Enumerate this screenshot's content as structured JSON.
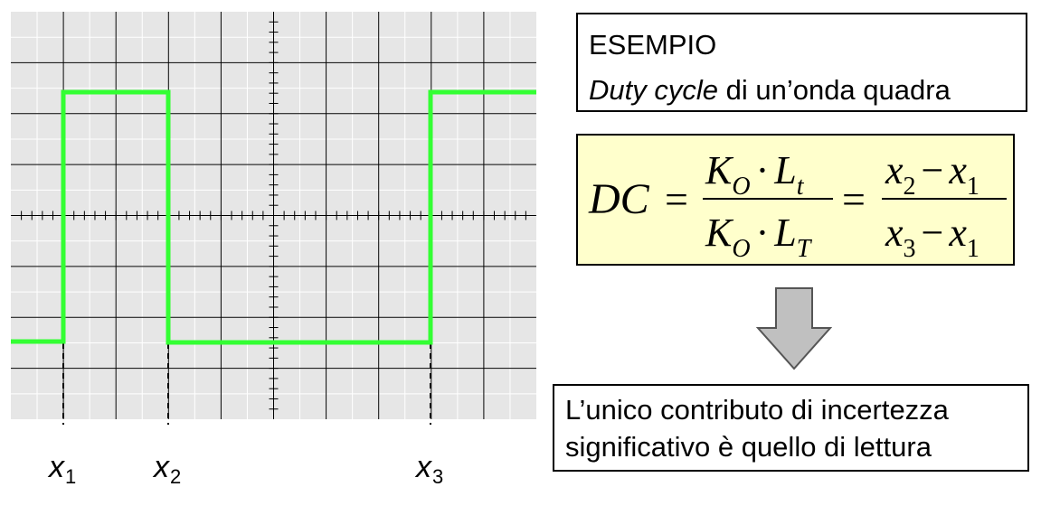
{
  "scope": {
    "markers": [
      {
        "var": "x",
        "sub": "1"
      },
      {
        "var": "x",
        "sub": "2"
      },
      {
        "var": "x",
        "sub": "3"
      }
    ],
    "trace_color": "#33ff33",
    "grid_background": "#e6e6e6",
    "grid_line_color": "#000000"
  },
  "example_box": {
    "line1": "ESEMPIO",
    "line2_italic": "Duty cycle",
    "line2_rest": " di un’onda quadra"
  },
  "formula": {
    "lhs": "DC",
    "equals": "=",
    "frac1_num": {
      "a": "K",
      "a_sub": "O",
      "dot": "·",
      "b": "L",
      "b_sub": "t"
    },
    "frac1_den": {
      "a": "K",
      "a_sub": "O",
      "dot": "·",
      "b": "L",
      "b_sub": "T"
    },
    "frac2_num": {
      "a": "x",
      "a_sub": "2",
      "minus": "−",
      "b": "x",
      "b_sub": "1"
    },
    "frac2_den": {
      "a": "x",
      "a_sub": "3",
      "minus": "−",
      "b": "x",
      "b_sub": "1"
    },
    "background": "#ffffcc"
  },
  "result_box": {
    "line1": "L’unico contributo di incertezza",
    "line2": "significativo è quello di lettura"
  },
  "arrow": {
    "fill": "#c0c0c0"
  }
}
